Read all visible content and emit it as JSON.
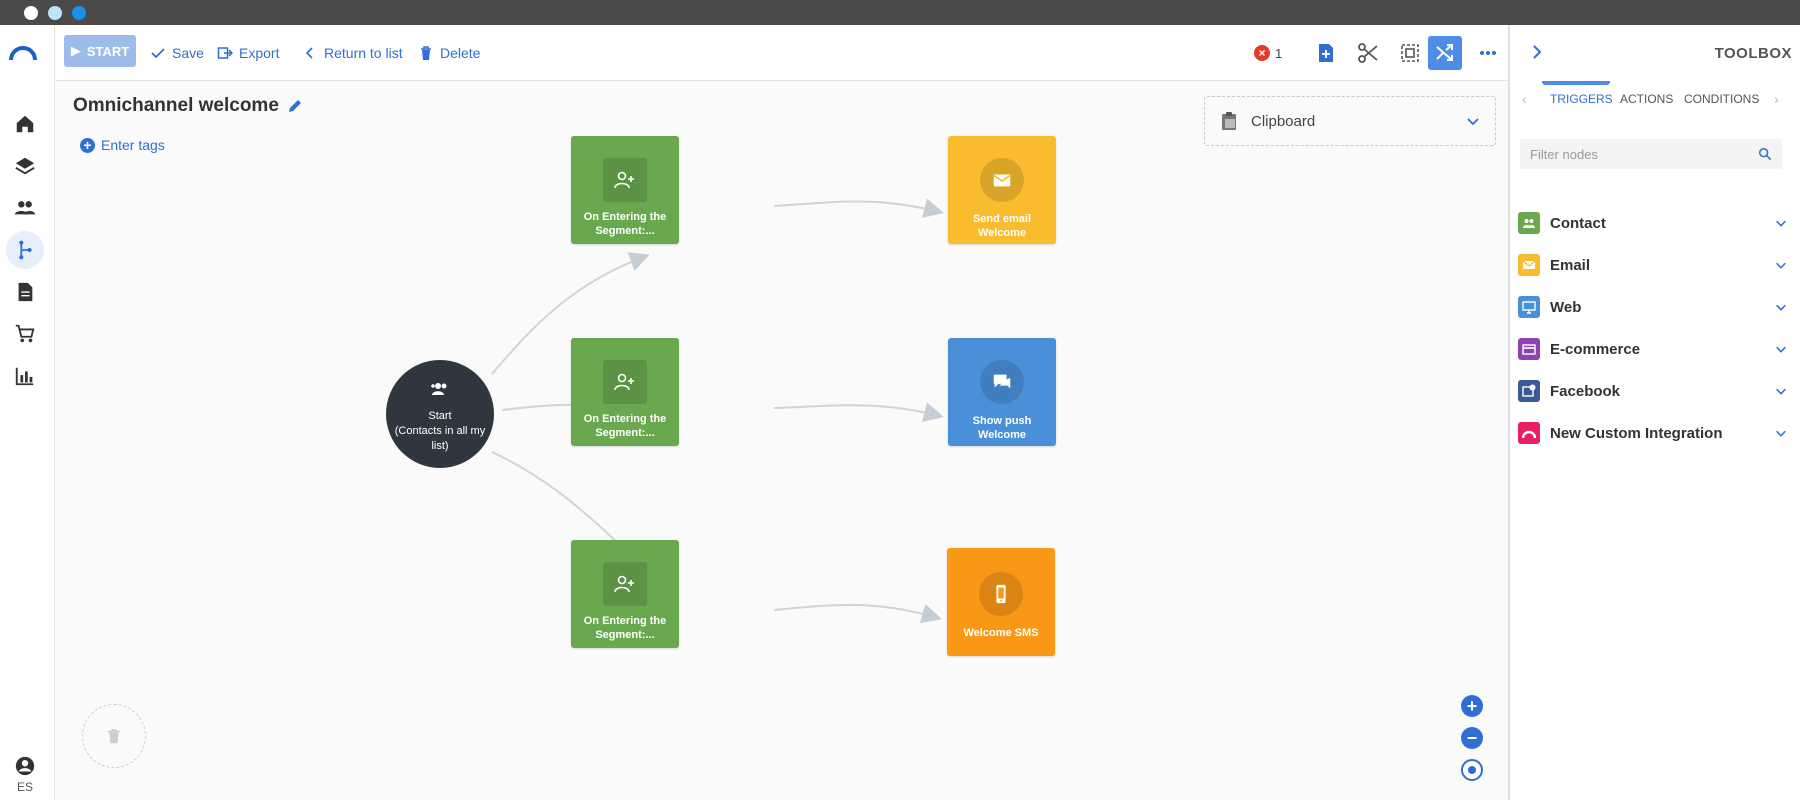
{
  "toolbar": {
    "start_label": "START",
    "save_label": "Save",
    "export_label": "Export",
    "return_label": "Return to list",
    "delete_label": "Delete",
    "error_count": "1"
  },
  "sidebar": {
    "user_lang": "ES"
  },
  "canvas": {
    "title": "Omnichannel welcome",
    "tags_label": "Enter tags",
    "clipboard_label": "Clipboard",
    "start_node": "Start\n(Contacts in all my list)",
    "triggers": [
      {
        "label": "On Entering the Segment:..."
      },
      {
        "label": "On Entering the Segment:..."
      },
      {
        "label": "On Entering the Segment:..."
      }
    ],
    "actions": [
      {
        "label": "Send email Welcome",
        "color": "#f8bc2e"
      },
      {
        "label": "Show push Welcome",
        "color": "#4a90d9"
      },
      {
        "label": "Welcome SMS",
        "color": "#f99716"
      }
    ]
  },
  "toolbox": {
    "title": "TOOLBOX",
    "tabs": [
      "TRIGGERS",
      "ACTIONS",
      "CONDITIONS"
    ],
    "filter_placeholder": "Filter nodes",
    "categories": [
      {
        "name": "Contact",
        "color": "#69a84f",
        "icon": "contact-icon"
      },
      {
        "name": "Email",
        "color": "#f8bc2e",
        "icon": "email-icon"
      },
      {
        "name": "Web",
        "color": "#4a90d9",
        "icon": "web-icon"
      },
      {
        "name": "E-commerce",
        "color": "#8e44ad",
        "icon": "card-icon"
      },
      {
        "name": "Facebook",
        "color": "#3b5998",
        "icon": "facebook-icon"
      },
      {
        "name": "New Custom Integration",
        "color": "#e91e63",
        "icon": "integration-icon"
      }
    ]
  },
  "colors": {
    "accent": "#2f6fd4",
    "trigger": "#69a84f",
    "start": "#2f3640"
  }
}
